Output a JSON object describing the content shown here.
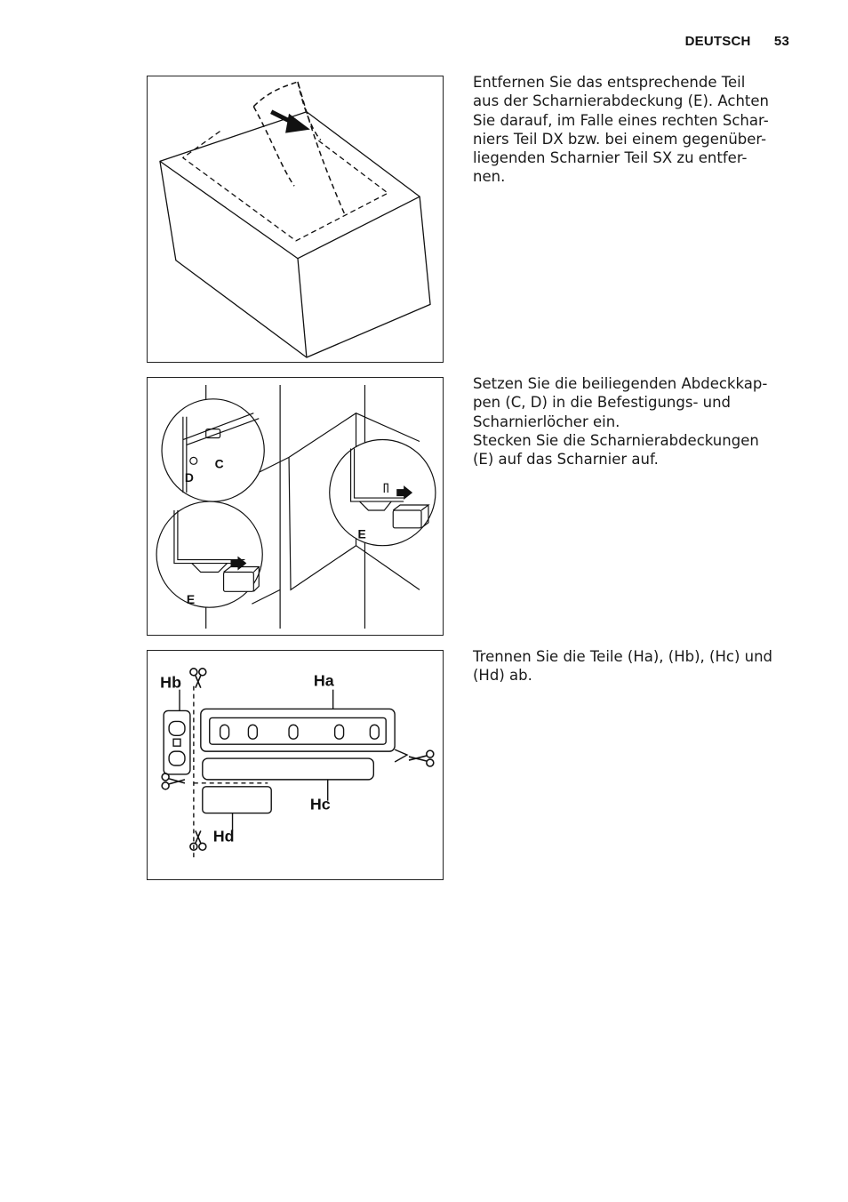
{
  "header": {
    "language": "DEUTSCH",
    "page_number": "53"
  },
  "steps": [
    {
      "text": "Entfernen Sie das entsprechende Teil\naus der Scharnierabdeckung (E). Achten\nSie darauf, im Falle eines rechten Schar-\nniers Teil DX bzw. bei einem gegenüber-\nliegenden Scharnier Teil SX zu entfer-\nnen."
    },
    {
      "text": "Setzen Sie die beiliegenden Abdeckkap-\npen (C, D) in die Befestigungs- und\nScharnierlöcher ein.\nStecken Sie die Scharnierabdeckungen\n(E) auf das Scharnier auf."
    },
    {
      "text": "Trennen Sie die Teile (Ha), (Hb), (Hc) und\n(Hd) ab."
    }
  ],
  "figure2_labels": {
    "c": "C",
    "d": "D",
    "e_right": "E",
    "e_left": "E"
  },
  "figure3_labels": {
    "ha": "Ha",
    "hb": "Hb",
    "hc": "Hc",
    "hd": "Hd"
  },
  "icons": {
    "scissors": "scissors-icon",
    "arrow": "arrow-icon"
  }
}
